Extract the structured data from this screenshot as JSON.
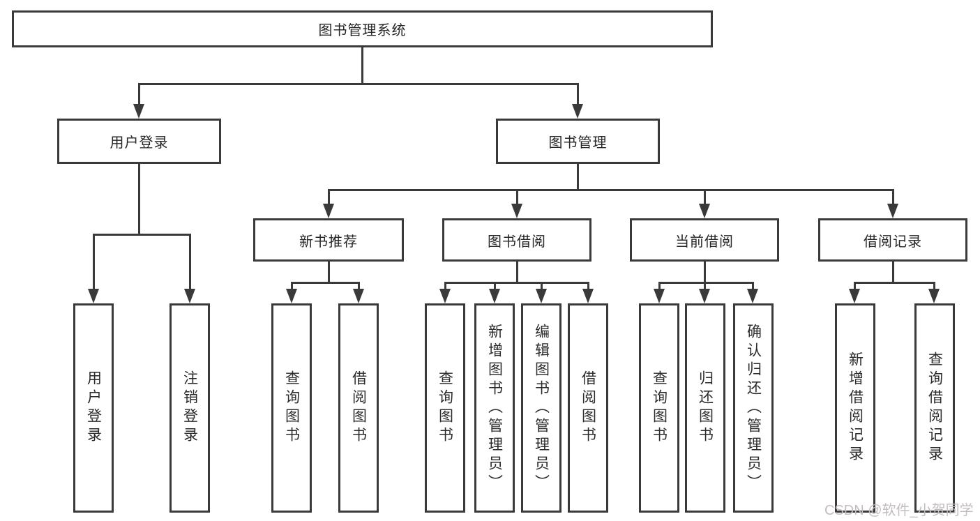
{
  "tree": {
    "root": {
      "label": "图书管理系统"
    },
    "level2": [
      {
        "label": "用户登录",
        "children": [
          {
            "label": "用户登录"
          },
          {
            "label": "注销登录"
          }
        ]
      },
      {
        "label": "图书管理"
      }
    ],
    "level3": [
      {
        "label": "新书推荐",
        "children": [
          {
            "label": "查询图书"
          },
          {
            "label": "借阅图书"
          }
        ]
      },
      {
        "label": "图书借阅",
        "children": [
          {
            "label": "查询图书"
          },
          {
            "label": "新增图书（管理员）"
          },
          {
            "label": "编辑图书（管理员）"
          },
          {
            "label": "借阅图书"
          }
        ]
      },
      {
        "label": "当前借阅",
        "children": [
          {
            "label": "查询图书"
          },
          {
            "label": "归还图书"
          },
          {
            "label": "确认归还（管理员）"
          }
        ]
      },
      {
        "label": "借阅记录",
        "children": [
          {
            "label": "新增借阅记录"
          },
          {
            "label": "查询借阅记录"
          }
        ]
      }
    ],
    "colors": {
      "line": "#3a3a3a",
      "text": "#2b2b2b",
      "watermark": "#c3bdbf"
    },
    "watermark": "CSDN @软件_小贺同学"
  }
}
